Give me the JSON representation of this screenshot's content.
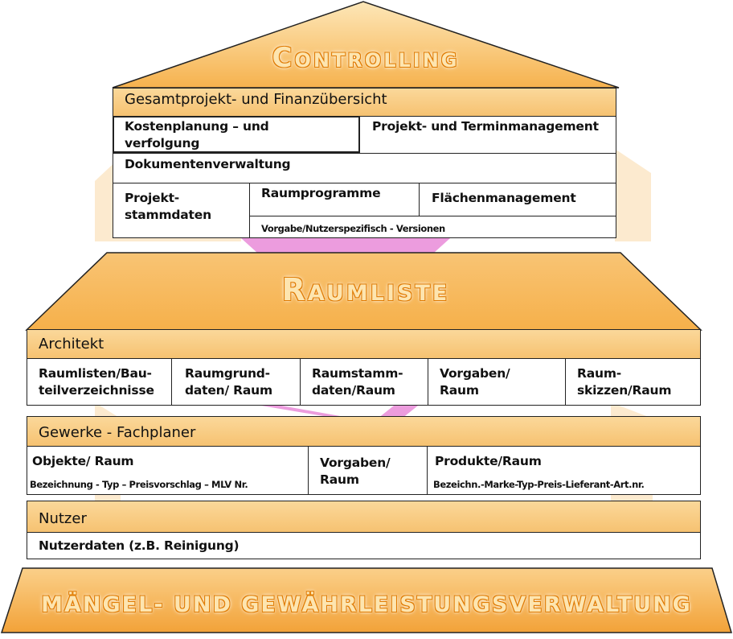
{
  "colors": {
    "roof": "#f6b24e",
    "roof_light": "#fde7b8",
    "header": "#f6c271",
    "background_shape": "#fbe3bf",
    "pink_accent": "#e98bd8"
  },
  "controlling": {
    "title": "Controlling",
    "header": "Gesamtprojekt- und Finanzübersicht",
    "kostenplanung": "Kostenplanung – und verfolgung",
    "projektmanagement": "Projekt- und Terminmanagement",
    "dokumentenverwaltung": "Dokumentenverwaltung",
    "projektstammdaten": "Projekt-stammdaten",
    "raumprogramme": "Raumprogramme",
    "flaechenmanagement": "Flächenmanagement",
    "vorgabe": "Vorgabe/Nutzerspezifisch - Versionen"
  },
  "raumliste": {
    "title": "Raumliste",
    "architekt": {
      "header": "Architekt",
      "cells": [
        "Raumlisten/Bau-teilverzeichnisse",
        "Raumgrund-daten/ Raum",
        "Raumstamm-daten/Raum",
        "Vorgaben/ Raum",
        "Raum-skizzen/Raum"
      ]
    },
    "gewerke": {
      "header": "Gewerke - Fachplaner",
      "objekte": "Objekte/ Raum",
      "objekte_detail": "Bezeichnung - Typ – Preisvorschlag – MLV Nr.",
      "vorgaben": "Vorgaben/ Raum",
      "produkte": "Produkte/Raum",
      "produkte_detail": "Bezeichn.-Marke-Typ-Preis-Lieferant-Art.nr."
    },
    "nutzer": {
      "header": "Nutzer",
      "nutzerdaten": "Nutzerdaten (z.B. Reinigung)"
    }
  },
  "foundation": {
    "title": "MÄNGEL- UND GEWÄHRLEISTUNGSVERWALTUNG"
  }
}
